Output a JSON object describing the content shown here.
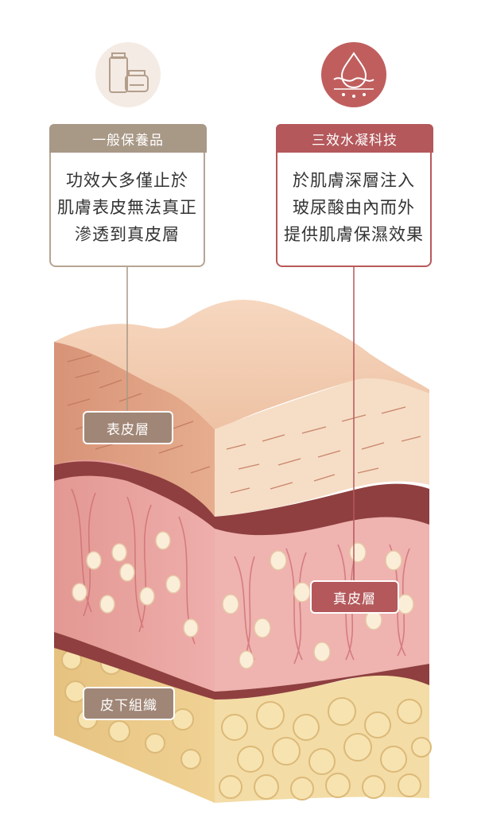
{
  "left_panel": {
    "icon": "cosmetic-products-icon",
    "title": "一般保養品",
    "lines": [
      "功效大多僅止於",
      "肌膚表皮無法真正",
      "滲透到真皮層"
    ]
  },
  "right_panel": {
    "icon": "water-drop-skin-icon",
    "title": "三效水凝科技",
    "lines": [
      "於肌膚深層注入",
      "玻尿酸由內而外",
      "提供肌膚保濕效果"
    ]
  },
  "layers": {
    "epidermis": "表皮層",
    "dermis": "真皮層",
    "subcutaneous": "皮下組織"
  },
  "colors": {
    "left_accent": "#a89886",
    "right_accent": "#b4585b",
    "epidermis": "#ecc0a4",
    "dermis": "#e9a7a4",
    "subcutaneous": "#f1d79b"
  }
}
